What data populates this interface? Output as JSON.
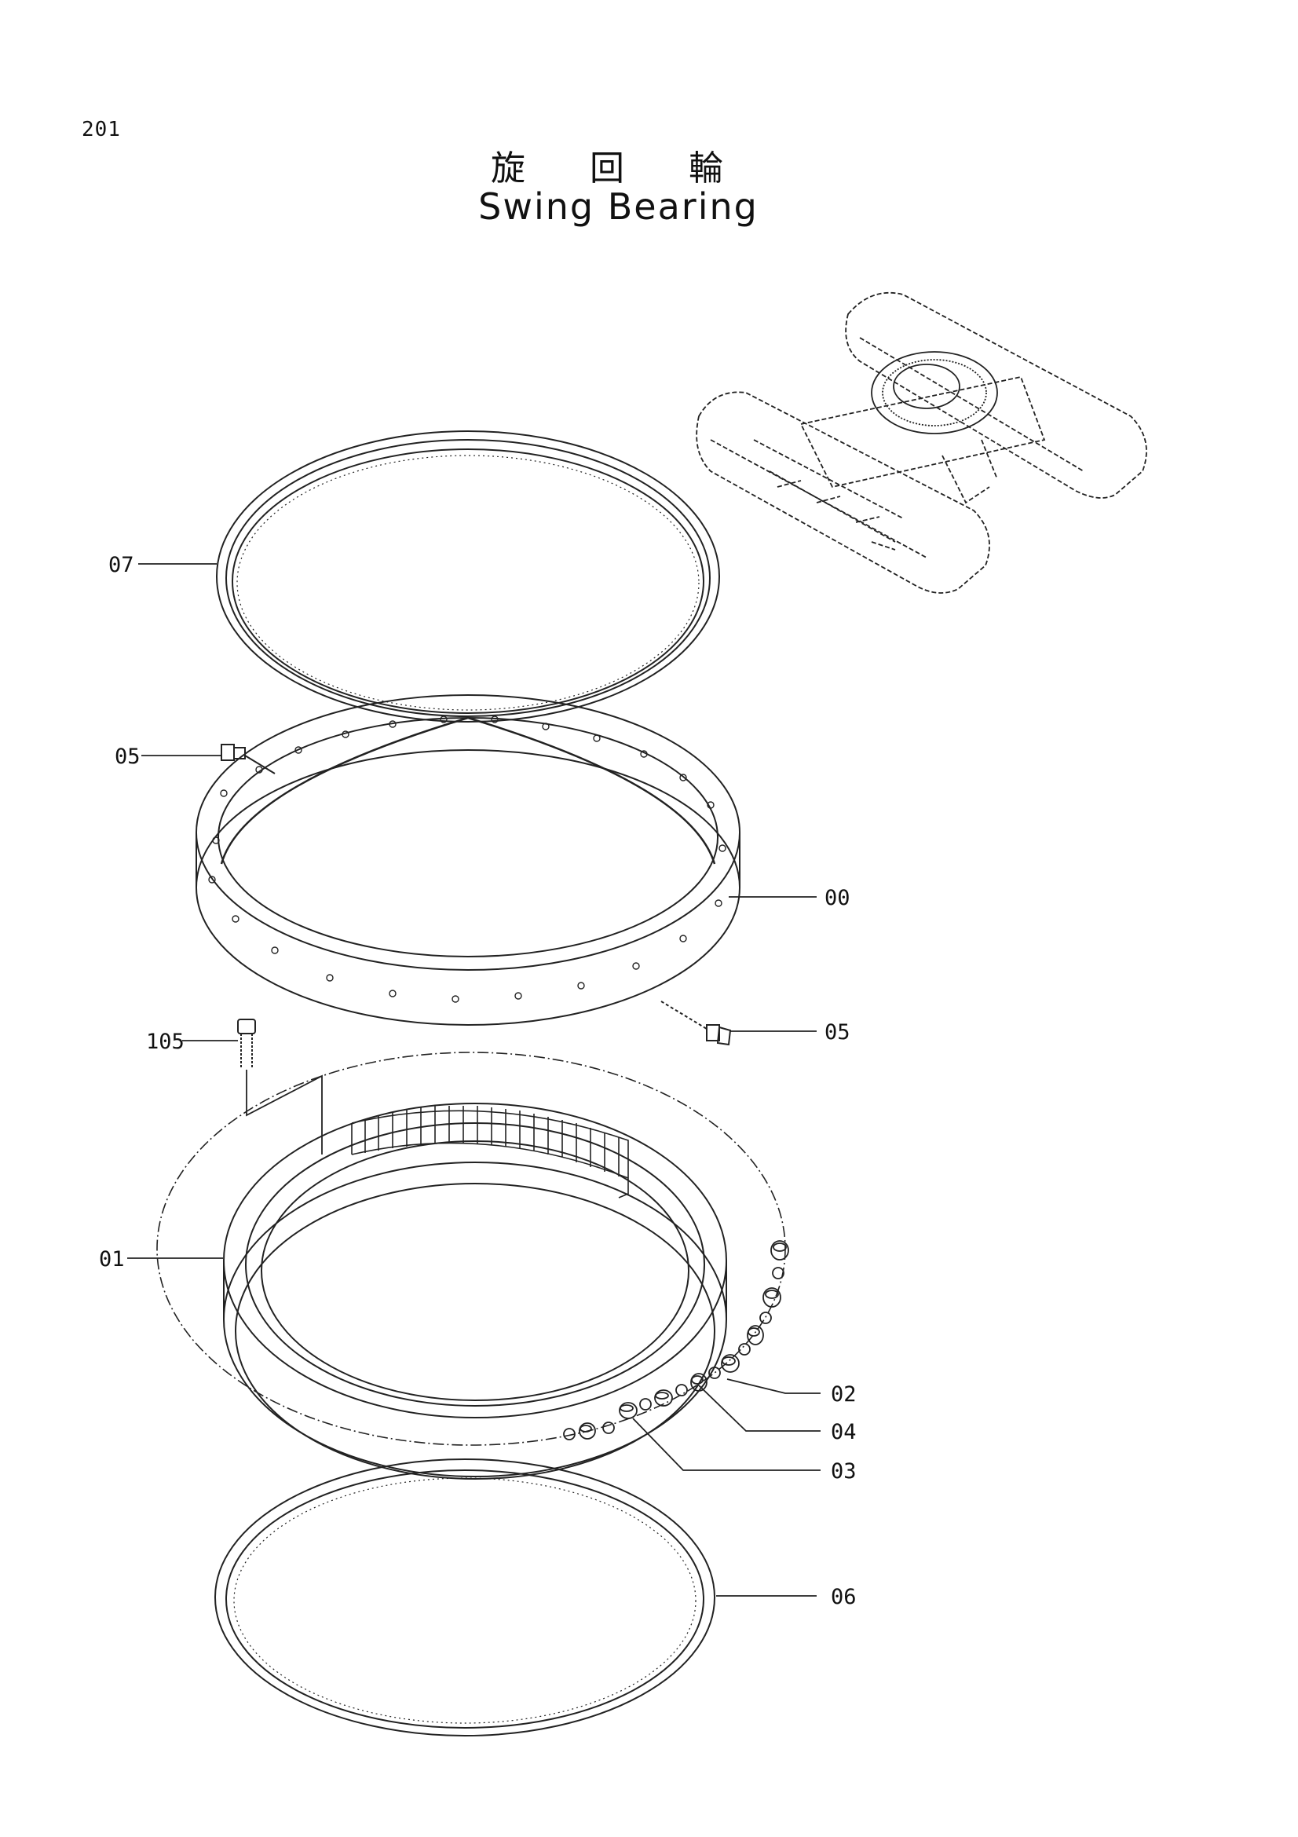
{
  "page": {
    "number": "201"
  },
  "title": {
    "japanese": "旋 回 輪",
    "english": "Swing Bearing"
  },
  "callouts": [
    {
      "id": "07",
      "label": "07"
    },
    {
      "id": "05-left",
      "label": "05"
    },
    {
      "id": "00",
      "label": "00"
    },
    {
      "id": "05-right",
      "label": "05"
    },
    {
      "id": "105",
      "label": "105"
    },
    {
      "id": "01",
      "label": "01"
    },
    {
      "id": "02",
      "label": "02"
    },
    {
      "id": "04",
      "label": "04"
    },
    {
      "id": "03",
      "label": "03"
    },
    {
      "id": "06",
      "label": "06"
    }
  ]
}
